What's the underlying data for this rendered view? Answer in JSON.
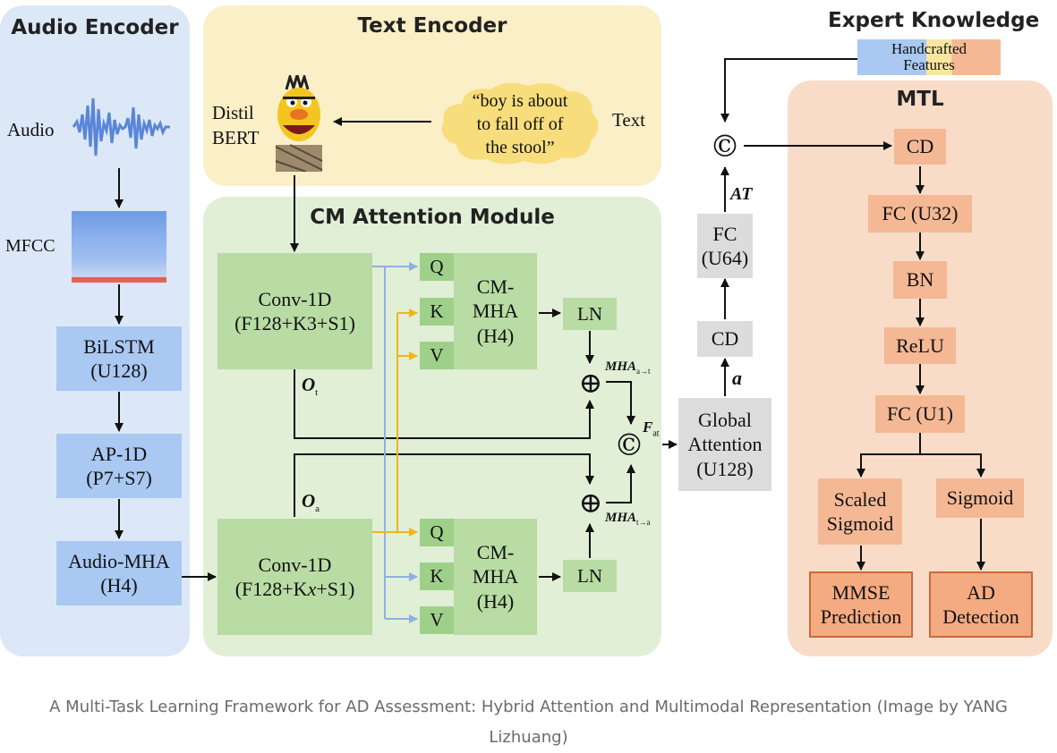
{
  "panels": {
    "audio_encoder": "Audio Encoder",
    "text_encoder": "Text Encoder",
    "cm_attention": "CM Attention Module",
    "expert_knowledge": "Expert Knowledge",
    "mtl": "MTL"
  },
  "audio": {
    "audio_label": "Audio",
    "mfcc_label": "MFCC",
    "bilstm": [
      "BiLSTM",
      "(U128)"
    ],
    "ap1d": [
      "AP-1D",
      "(P7+S7)"
    ],
    "audio_mha": [
      "Audio-MHA",
      "(H4)"
    ]
  },
  "text": {
    "distil": "Distil",
    "bert": "BERT",
    "quote": [
      "“boy is about",
      "to fall off of",
      "the stool”"
    ],
    "text_label": "Text"
  },
  "cm": {
    "conv_top": [
      "Conv-1D",
      "(F128+K3+S1)"
    ],
    "conv_bottom": [
      "Conv-1D",
      "(F128+K",
      "x",
      "+S1)"
    ],
    "q": "Q",
    "k": "K",
    "v": "V",
    "cmmha": [
      "CM-",
      "MHA",
      "(H4)"
    ],
    "ln": "LN",
    "ot": "O",
    "ot_sub": "t",
    "oa": "O",
    "oa_sub": "a",
    "mha_at": "MHA",
    "mha_at_sub": "a→t",
    "mha_ta": "MHA",
    "mha_ta_sub": "t→a",
    "fat": "F",
    "fat_sub": "at",
    "plus": "⊕",
    "concat": "©"
  },
  "middle": {
    "global_attention": [
      "Global",
      "Attention",
      "(U128)"
    ],
    "cd": "CD",
    "a_label": "a",
    "fc_u64": [
      "FC",
      "(U64)"
    ],
    "at_label": "AT",
    "concat": "©"
  },
  "expert": {
    "handcrafted": [
      "Handcrafted",
      "Features"
    ]
  },
  "mtl": {
    "cd": "CD",
    "fc_u32": "FC (U32)",
    "bn": "BN",
    "relu": "ReLU",
    "fc_u1": "FC (U1)",
    "scaled_sigmoid": [
      "Scaled",
      "Sigmoid"
    ],
    "sigmoid": "Sigmoid",
    "mmse": [
      "MMSE",
      "Prediction"
    ],
    "ad": [
      "AD",
      "Detection"
    ]
  },
  "caption": "A Multi-Task Learning Framework for AD Assessment: Hybrid Attention and Multimodal Representation (Image by YANG Lizhuang)",
  "colors": {
    "audio_panel": "#dce8f7",
    "text_panel": "#fbefc8",
    "cm_panel": "#e0efd6",
    "mtl_panel": "#f9dcc8",
    "blue_arrow": "#8fb0e0",
    "yellow_arrow": "#f2b41a"
  }
}
